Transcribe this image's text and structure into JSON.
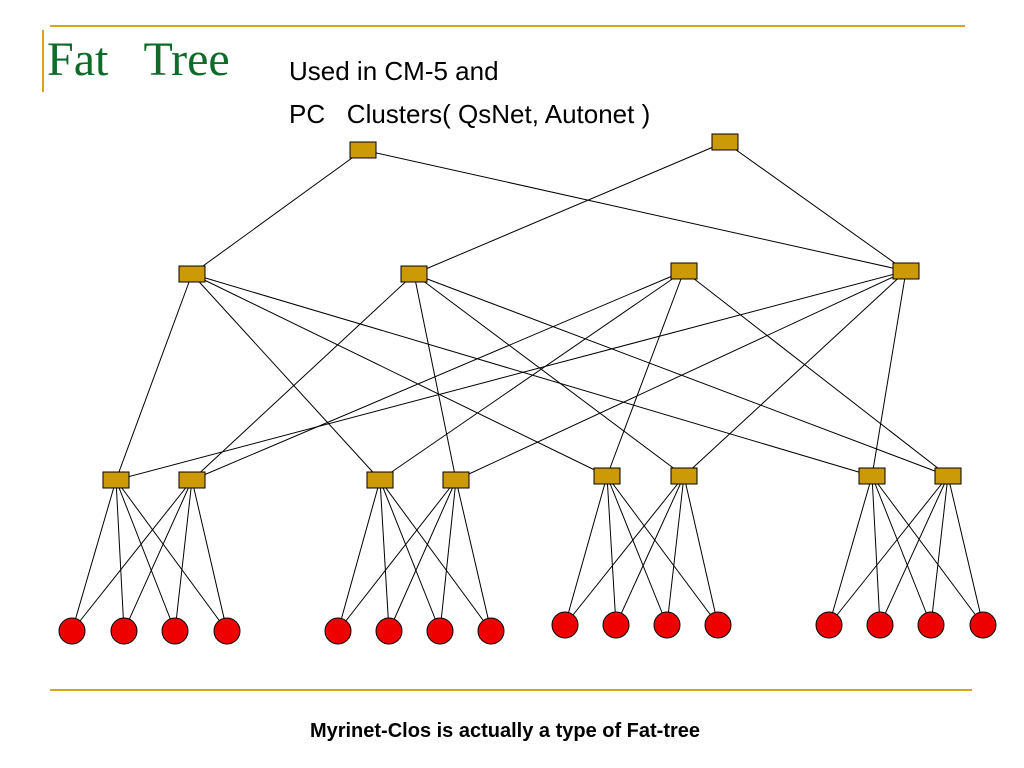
{
  "title": "Fat   Tree",
  "subtitle_line1": "Used in CM-5 and",
  "subtitle_line2": "PC   Clusters( QsNet, Autonet )",
  "caption": "Myrinet-Clos is actually a type of Fat-tree",
  "colors": {
    "accent_rule": "#d9a520",
    "title": "#0f6b2a",
    "switch_fill": "#cc9a06",
    "node_fill": "#ee0000"
  },
  "diagram": {
    "levels": [
      "top-switch",
      "middle-switch",
      "edge-switch",
      "compute-node"
    ],
    "top_switch_count": 2,
    "middle_switch_count": 4,
    "edge_switch_count": 8,
    "node_count": 16
  }
}
